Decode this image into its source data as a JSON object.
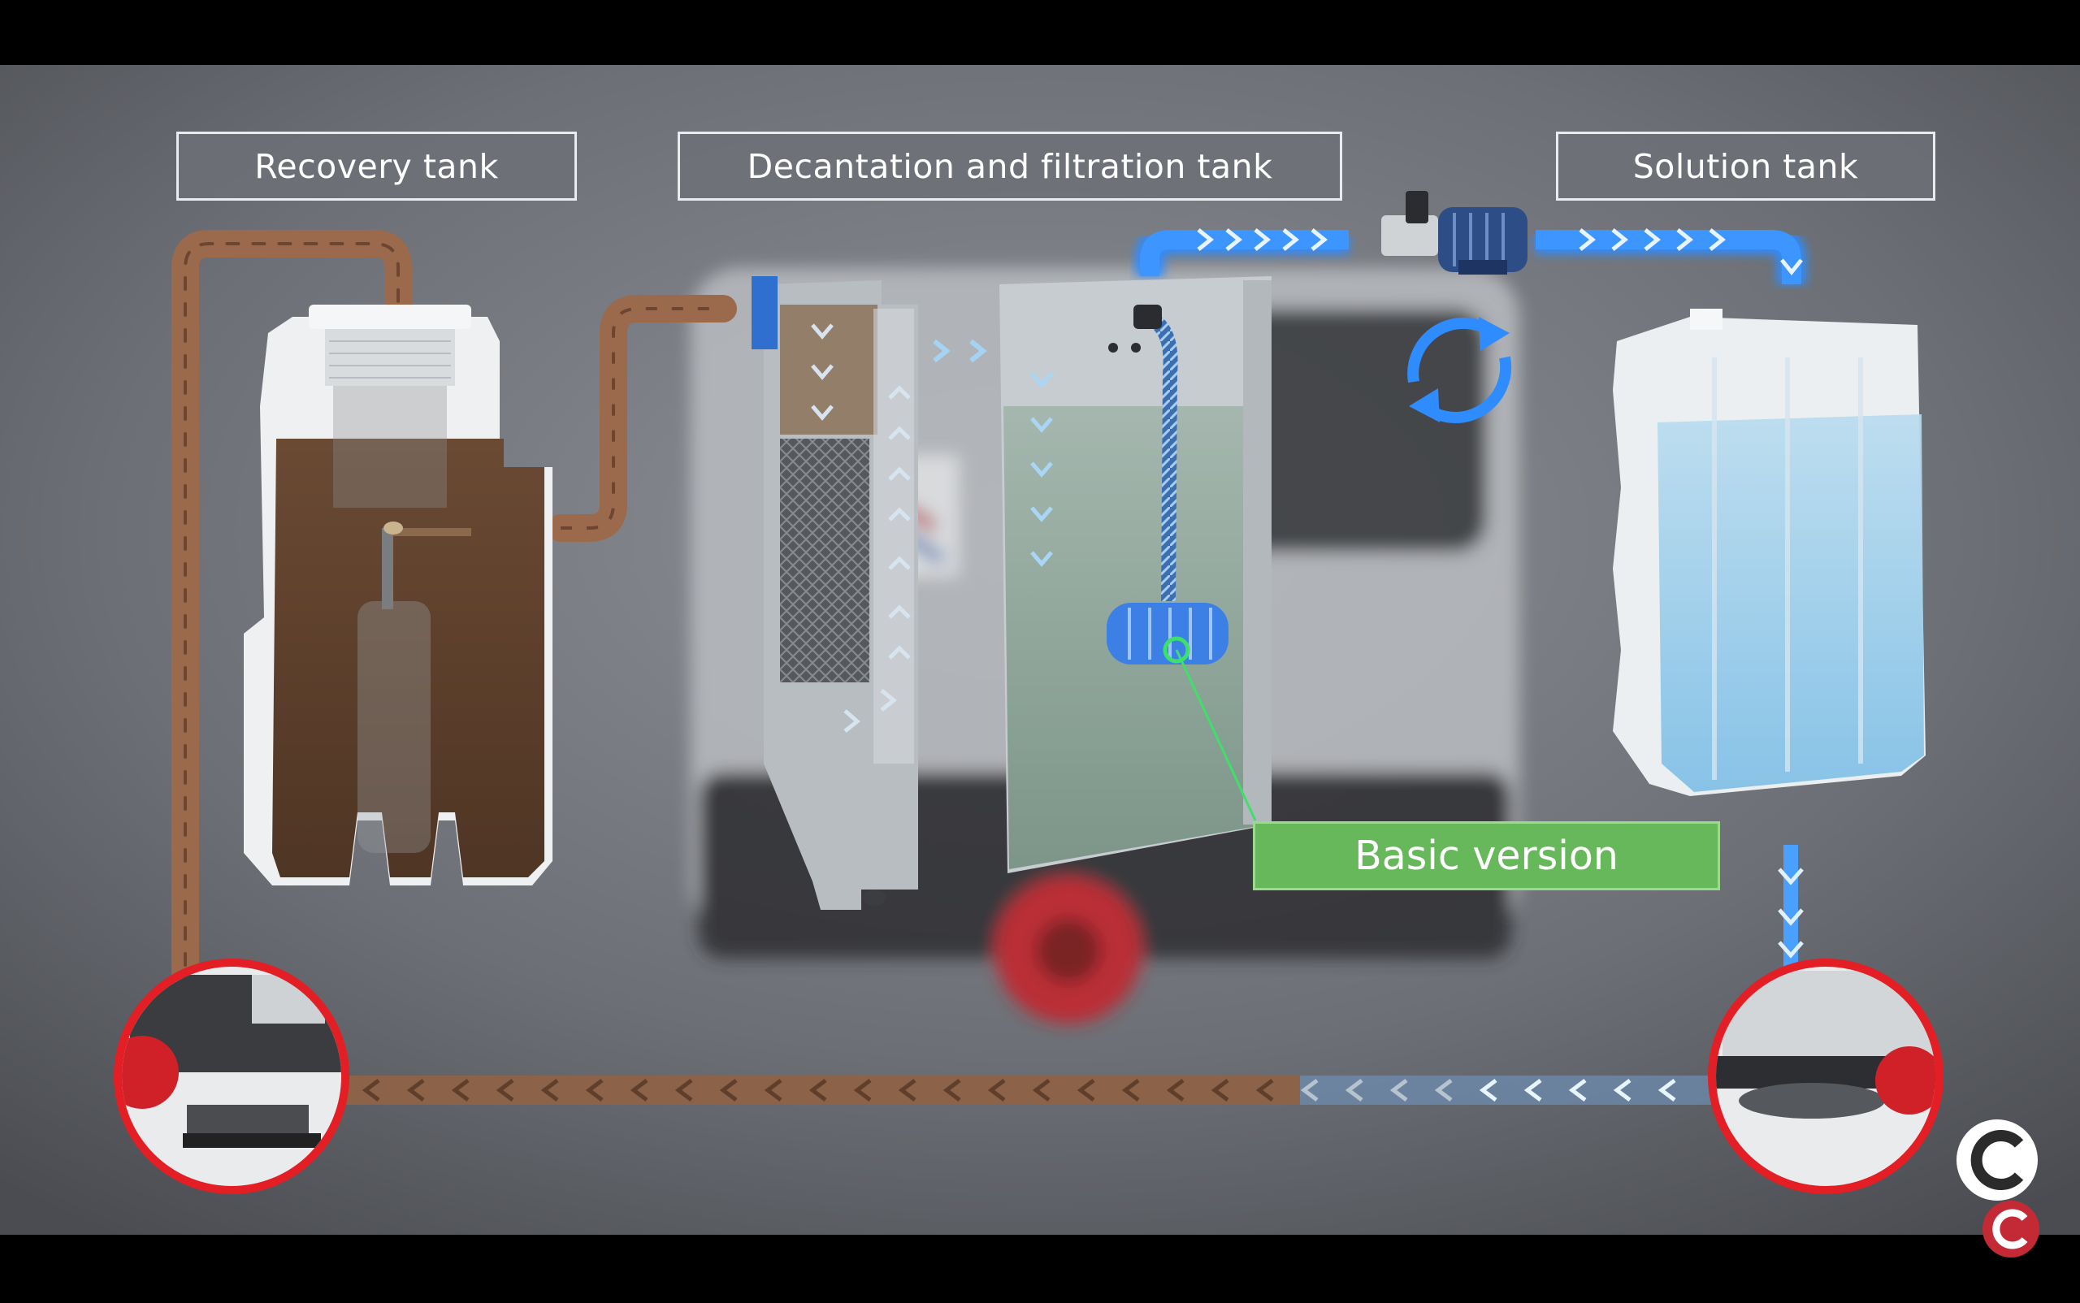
{
  "labels": {
    "recovery_tank": "Recovery tank",
    "decantation_tank": "Decantation and filtration tank",
    "solution_tank": "Solution tank",
    "basic_version": "Basic version"
  },
  "colors": {
    "dirty_water_pipe": "#9b6a4c",
    "clean_water_flow": "#2f8cff",
    "basic_version_highlight": "#66b85a",
    "brush_ring": "#e31e24",
    "background": "#6b6e74"
  },
  "icons": [
    "recycle-arrows-icon",
    "channel-logo-icon"
  ]
}
